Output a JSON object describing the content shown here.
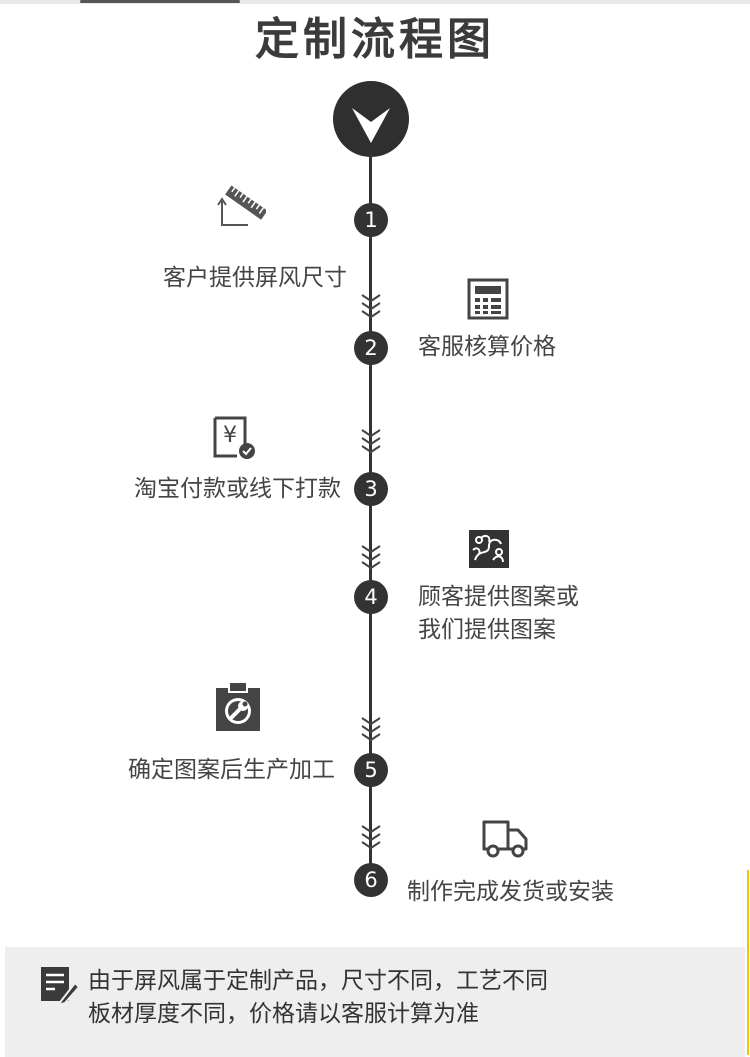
{
  "title": "定制流程图",
  "steps": [
    {
      "num": "1",
      "label": "客户提供屏风尺寸",
      "icon": "ruler-icon"
    },
    {
      "num": "2",
      "label": "客服核算价格",
      "icon": "calculator-icon"
    },
    {
      "num": "3",
      "label": "淘宝付款或线下打款",
      "icon": "payment-yen-icon"
    },
    {
      "num": "4",
      "label_line1": "顾客提供图案或",
      "label_line2": "我们提供图案",
      "icon": "pattern-icon"
    },
    {
      "num": "5",
      "label": "确定图案后生产加工",
      "icon": "wrench-clipboard-icon"
    },
    {
      "num": "6",
      "label": "制作完成发货或安装",
      "icon": "truck-icon"
    }
  ],
  "notice": {
    "line1": "由于屏风属于定制产品，尺寸不同，工艺不同",
    "line2": "板材厚度不同，价格请以客服计算为准",
    "icon": "edit-note-icon"
  },
  "colors": {
    "dark": "#333333",
    "notice_bg": "#eeeeee",
    "accent_line": "#f5c400"
  }
}
